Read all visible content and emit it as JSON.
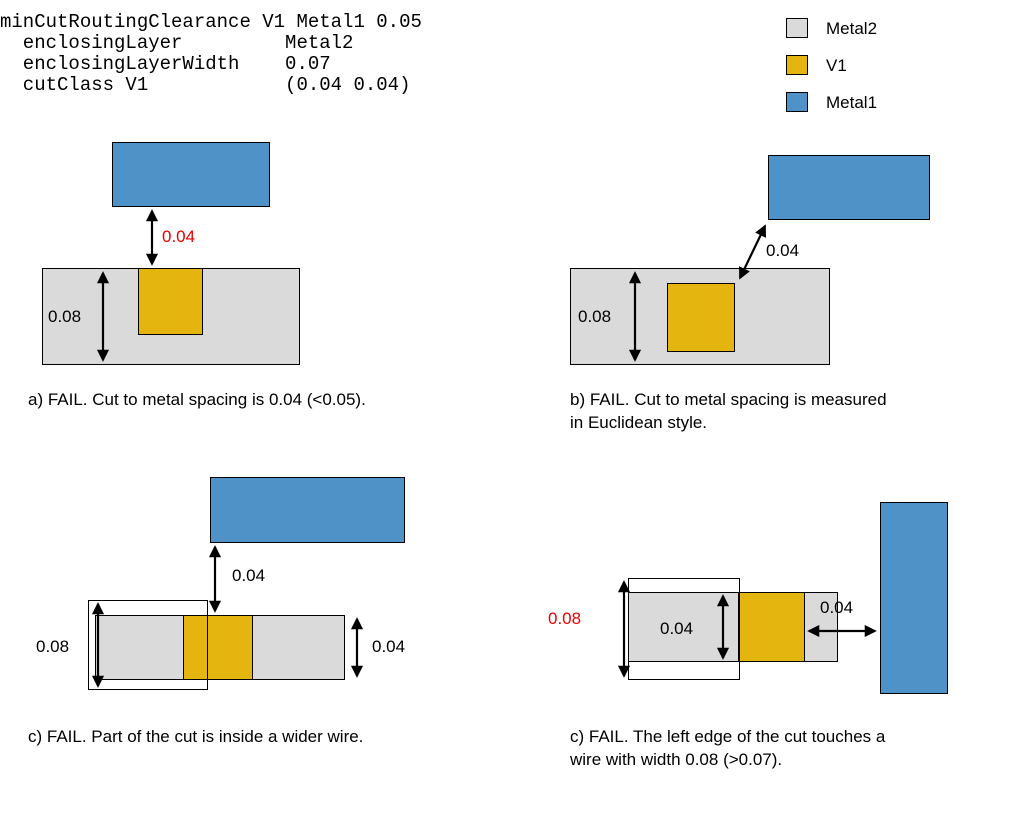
{
  "code": {
    "text": "minCutRoutingClearance V1 Metal1 0.05\n  enclosingLayer         Metal2\n  enclosingLayerWidth    0.07\n  cutClass V1            (0.04 0.04)"
  },
  "legend": {
    "items": [
      {
        "label": "Metal2",
        "color": "#dadada"
      },
      {
        "label": "V1",
        "color": "#e3b50e"
      },
      {
        "label": "Metal1",
        "color": "#4e92c8"
      }
    ]
  },
  "colors": {
    "metal2": "#dadada",
    "v1": "#e3b50e",
    "metal1": "#4e92c8",
    "label_red": "#e60000",
    "arrow": "#000000"
  },
  "figures": {
    "a": {
      "spacing_label": "0.04",
      "wire_width_label": "0.08",
      "caption": "a) FAIL. Cut to metal spacing is 0.04 (<0.05)."
    },
    "b": {
      "spacing_label": "0.04",
      "wire_width_label": "0.08",
      "caption_line1": "b) FAIL. Cut to metal spacing is measured",
      "caption_line2": "in Euclidean style."
    },
    "c": {
      "spacing_label": "0.04",
      "wide_wire_width_label": "0.08",
      "wire_width_label": "0.04",
      "caption": "c) FAIL. Part of the cut is inside a wider wire."
    },
    "d": {
      "wide_wire_width_label": "0.08",
      "wire_width_label": "0.04",
      "spacing_label": "0.04",
      "caption_line1": "c) FAIL. The left edge of the cut touches a",
      "caption_line2": "wire with width 0.08 (>0.07)."
    }
  }
}
